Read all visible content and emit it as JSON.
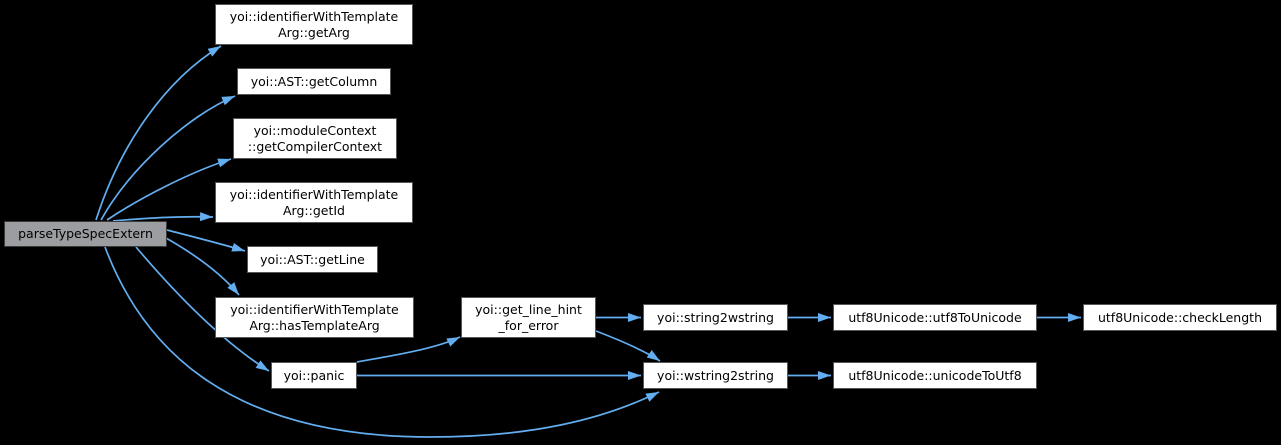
{
  "diagram": {
    "kind": "call-graph",
    "colors": {
      "background": "#000000",
      "edge": "#63aef0",
      "node_fill": "#ffffff",
      "node_border": "#565656",
      "focus_node_fill": "#9c9da0",
      "focus_node_border": "#3a3a3a",
      "text": "#000000"
    }
  },
  "nodes": [
    {
      "id": "parseTypeSpecExtern",
      "label": "parseTypeSpecExtern",
      "focus": true
    },
    {
      "id": "getArg",
      "label": "yoi::identifierWithTemplate\nArg::getArg"
    },
    {
      "id": "getColumn",
      "label": "yoi::AST::getColumn"
    },
    {
      "id": "getCompilerContext",
      "label": "yoi::moduleContext\n::getCompilerContext"
    },
    {
      "id": "getId",
      "label": "yoi::identifierWithTemplate\nArg::getId"
    },
    {
      "id": "getLine",
      "label": "yoi::AST::getLine"
    },
    {
      "id": "hasTemplateArg",
      "label": "yoi::identifierWithTemplate\nArg::hasTemplateArg"
    },
    {
      "id": "panic",
      "label": "yoi::panic"
    },
    {
      "id": "get_line_hint_for_error",
      "label": "yoi::get_line_hint\n_for_error"
    },
    {
      "id": "string2wstring",
      "label": "yoi::string2wstring"
    },
    {
      "id": "wstring2string",
      "label": "yoi::wstring2string"
    },
    {
      "id": "utf8ToUnicode",
      "label": "utf8Unicode::utf8ToUnicode"
    },
    {
      "id": "checkLength",
      "label": "utf8Unicode::checkLength"
    },
    {
      "id": "unicodeToUtf8",
      "label": "utf8Unicode::unicodeToUtf8"
    }
  ],
  "edges": [
    {
      "from": "parseTypeSpecExtern",
      "to": "getArg"
    },
    {
      "from": "parseTypeSpecExtern",
      "to": "getColumn"
    },
    {
      "from": "parseTypeSpecExtern",
      "to": "getCompilerContext"
    },
    {
      "from": "parseTypeSpecExtern",
      "to": "getId"
    },
    {
      "from": "parseTypeSpecExtern",
      "to": "getLine"
    },
    {
      "from": "parseTypeSpecExtern",
      "to": "hasTemplateArg"
    },
    {
      "from": "parseTypeSpecExtern",
      "to": "panic"
    },
    {
      "from": "parseTypeSpecExtern",
      "to": "wstring2string"
    },
    {
      "from": "panic",
      "to": "get_line_hint_for_error"
    },
    {
      "from": "panic",
      "to": "wstring2string"
    },
    {
      "from": "get_line_hint_for_error",
      "to": "string2wstring"
    },
    {
      "from": "get_line_hint_for_error",
      "to": "wstring2string"
    },
    {
      "from": "string2wstring",
      "to": "utf8ToUnicode"
    },
    {
      "from": "utf8ToUnicode",
      "to": "checkLength"
    },
    {
      "from": "wstring2string",
      "to": "unicodeToUtf8"
    }
  ]
}
